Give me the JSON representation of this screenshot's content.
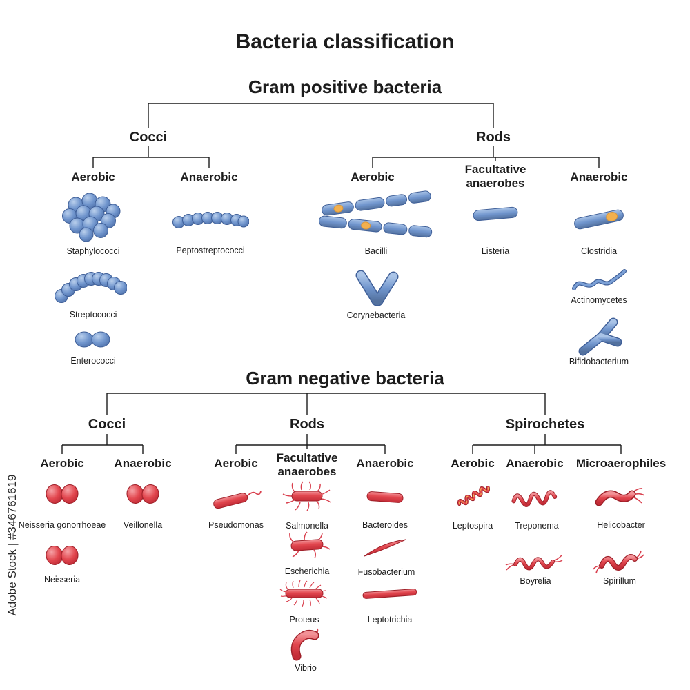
{
  "title": "Bacteria classification",
  "watermark": "Adobe Stock | #346761619",
  "colors": {
    "gram_positive": "#7095cd",
    "gram_negative": "#e2474f",
    "spore": "#f2b04e"
  },
  "gram_positive": {
    "heading": "Gram positive bacteria",
    "cocci": {
      "label": "Cocci",
      "aerobic_label": "Aerobic",
      "anaerobic_label": "Anaerobic",
      "aerobic_items": [
        "Staphylococci",
        "Streptococci",
        "Enterococci"
      ],
      "anaerobic_items": [
        "Peptostreptococci"
      ]
    },
    "rods": {
      "label": "Rods",
      "aerobic_label": "Aerobic",
      "facultative_label": "Facultative anaerobes",
      "anaerobic_label": "Anaerobic",
      "aerobic_items": [
        "Bacilli",
        "Corynebacteria"
      ],
      "facultative_items": [
        "Listeria"
      ],
      "anaerobic_items": [
        "Clostridia",
        "Actinomycetes",
        "Bifidobacterium"
      ]
    }
  },
  "gram_negative": {
    "heading": "Gram negative bacteria",
    "cocci": {
      "label": "Cocci",
      "aerobic_label": "Aerobic",
      "anaerobic_label": "Anaerobic",
      "aerobic_items": [
        "Neisseria gonorrhoeae",
        "Neisseria"
      ],
      "anaerobic_items": [
        "Veillonella"
      ]
    },
    "rods": {
      "label": "Rods",
      "aerobic_label": "Aerobic",
      "facultative_label": "Facultative anaerobes",
      "anaerobic_label": "Anaerobic",
      "aerobic_items": [
        "Pseudomonas"
      ],
      "facultative_items": [
        "Salmonella",
        "Escherichia",
        "Proteus",
        "Vibrio"
      ],
      "anaerobic_items": [
        "Bacteroides",
        "Fusobacterium",
        "Leptotrichia"
      ]
    },
    "spirochetes": {
      "label": "Spirochetes",
      "aerobic_label": "Aerobic",
      "anaerobic_label": "Anaerobic",
      "micro_label": "Microaerophiles",
      "aerobic_items": [
        "Leptospira"
      ],
      "anaerobic_items": [
        "Treponema",
        "Boyrelia"
      ],
      "micro_items": [
        "Helicobacter",
        "Spirillum"
      ]
    }
  }
}
